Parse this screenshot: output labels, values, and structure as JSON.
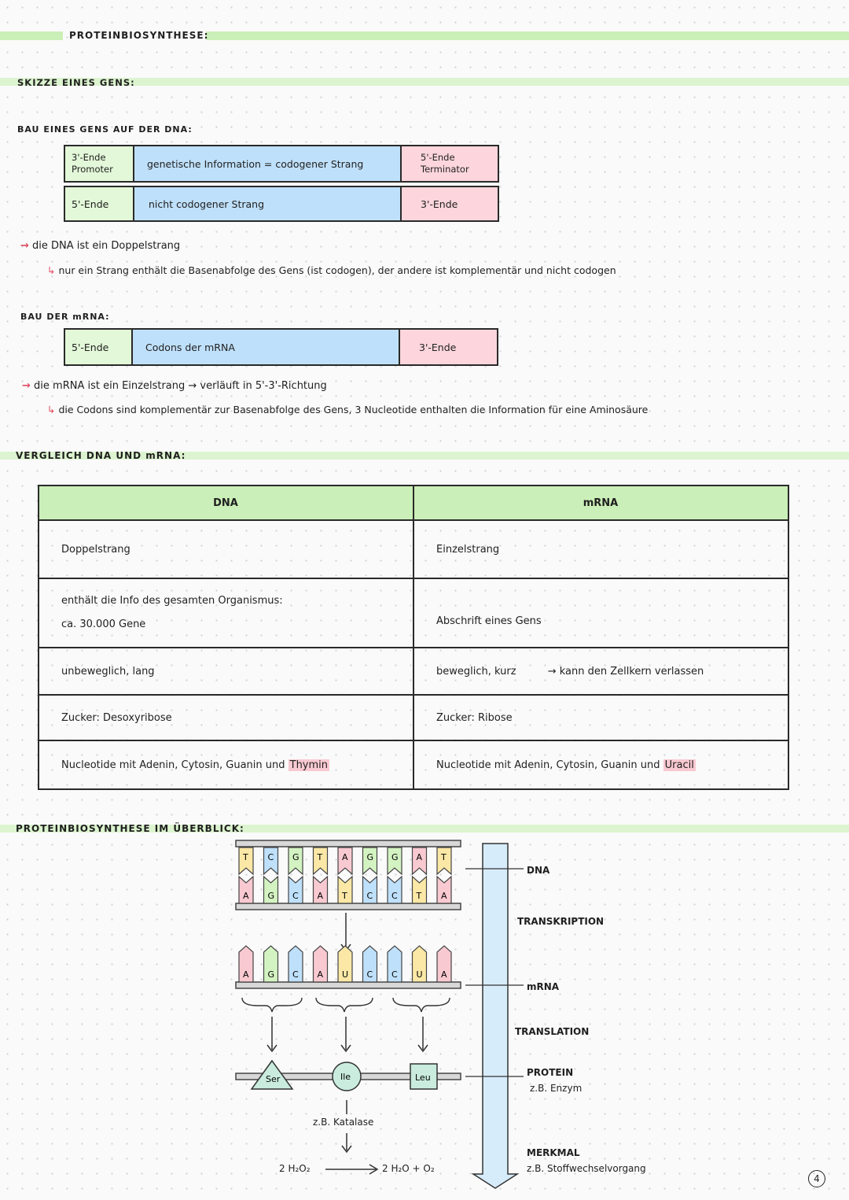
{
  "title": "PROTEINBIOSYNTHESE:",
  "section_sketch": "SKIZZE EINES GENS:",
  "dna_build": {
    "heading": "BAU EINES GENS AUF DER DNA:",
    "strand1": {
      "left_line1": "3'-Ende",
      "left_line2": "Promoter",
      "middle": "genetische Information = codogener Strang",
      "right_line1": "5'-Ende",
      "right_line2": "Terminator"
    },
    "strand2": {
      "left": "5'-Ende",
      "middle": "nicht codogener Strang",
      "right": "3'-Ende"
    },
    "note1": "die DNA ist ein Doppelstrang",
    "note2": "nur ein Strang enthält die Basenabfolge des Gens (ist codogen), der andere ist komplementär und nicht codogen"
  },
  "mrna_build": {
    "heading": "BAU DER mRNA:",
    "left": "5'-Ende",
    "middle": "Codons der mRNA",
    "right": "3'-Ende",
    "note1": "die mRNA ist ein Einzelstrang → verläuft in 5'-3'-Richtung",
    "note2": "die Codons sind komplementär zur Basenabfolge des Gens, 3 Nucleotide enthalten die Information für eine Aminosäure"
  },
  "comparison": {
    "heading": "VERGLEICH DNA UND mRNA:",
    "col_dna": "DNA",
    "col_mrna": "mRNA",
    "rows": [
      {
        "dna": "Doppelstrang",
        "mrna": "Einzelstrang"
      },
      {
        "dna_line1": "enthält die Info des gesamten Organismus:",
        "dna_line2": "ca. 30.000 Gene",
        "mrna": "Abschrift eines Gens"
      },
      {
        "dna": "unbeweglich, lang",
        "mrna": "beweglich, kurz",
        "mrna_extra": "→ kann den Zellkern verlassen"
      },
      {
        "dna": "Zucker: Desoxyribose",
        "mrna": "Zucker: Ribose"
      },
      {
        "dna": "Nucleotide mit Adenin, Cytosin, Guanin und",
        "dna_hl": "Thymin",
        "mrna": "Nucleotide mit Adenin, Cytosin, Guanin und",
        "mrna_hl": "Uracil"
      }
    ]
  },
  "overview": {
    "heading": "PROTEINBIOSYNTHESE IM ÜBERBLICK:",
    "dna_top": [
      "T",
      "C",
      "G",
      "T",
      "A",
      "G",
      "G",
      "A",
      "T"
    ],
    "dna_bottom": [
      "A",
      "G",
      "C",
      "A",
      "T",
      "C",
      "C",
      "T",
      "A"
    ],
    "mrna": [
      "A",
      "G",
      "C",
      "A",
      "U",
      "C",
      "C",
      "U",
      "A"
    ],
    "amino_acids": [
      "Ser",
      "Ile",
      "Leu"
    ],
    "enzyme": "z.B. Katalase",
    "reaction_left": "2 H₂O₂",
    "reaction_right": "2 H₂O + O₂",
    "labels": {
      "dna": "DNA",
      "transcription": "TRANSKRIPTION",
      "mrna": "mRNA",
      "translation": "TRANSLATION",
      "protein": "PROTEIN",
      "protein_ex": "z.B. Enzym",
      "trait": "MERKMAL",
      "trait_ex": "z.B. Stoffwechselvorgang"
    }
  },
  "page_number": "4",
  "colors": {
    "highlight_green": "#cbefb8",
    "box_green": "#e3f8d8",
    "box_blue": "#bfe0fa",
    "box_pink": "#fcd6dc",
    "arrow_red": "#e24b63"
  }
}
